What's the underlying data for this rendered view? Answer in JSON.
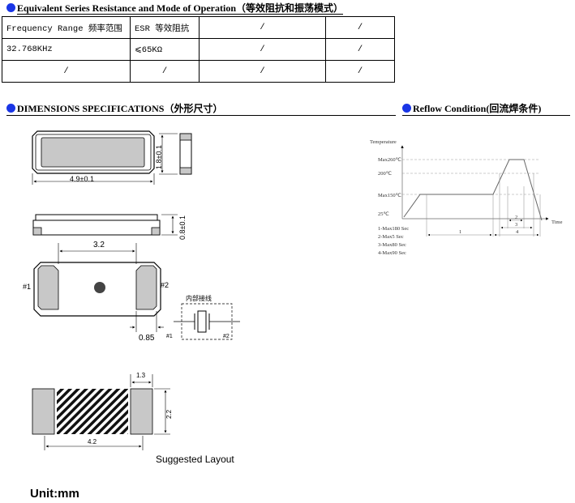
{
  "esr_section": {
    "title": "Equivalent Series Resistance and Mode of Operation（等效阻抗和振荡模式）",
    "rows": [
      [
        "Frequency Range 频率范围",
        "ESR 等效阻抗",
        "/",
        "/"
      ],
      [
        "32.768KHz",
        "⩽65KΩ",
        "/",
        "/"
      ],
      [
        "/",
        "/",
        "/",
        "/"
      ]
    ]
  },
  "dimensions_section": {
    "title": "DIMENSIONS SPECIFICATIONS（外形尺寸）",
    "top_view": {
      "width_label": "4.9±0.1",
      "height_label": "1.8±0.1"
    },
    "side_view": {
      "height_label": "0.8±0.1"
    },
    "bottom_view": {
      "pad_spacing_label": "3.2",
      "pad_width_label": "0.85",
      "pin1_label": "#1",
      "pin2_label": "#2"
    },
    "internal_connection": {
      "title": "内部接线",
      "pin1_label": "#1",
      "pin2_label": "#2"
    }
  },
  "layout_section": {
    "pad_width_label": "1.3",
    "height_label": "2.2",
    "width_label": "4.2",
    "caption": "Suggested Layout"
  },
  "unit_label": "Unit:mm",
  "reflow_section": {
    "title": "Reflow Condition(回流焊条件)",
    "y_axis_label": "Temperature",
    "x_axis_label": "Time",
    "levels": [
      "Max260℃",
      "200℃",
      "Max150℃",
      "25℃"
    ],
    "notes": [
      "1-Max180 Sec",
      "2-Max5 Sec",
      "3-Max80 Sec",
      "4-Max90 Sec"
    ],
    "interval_labels": [
      "1",
      "2",
      "3",
      "4"
    ]
  }
}
